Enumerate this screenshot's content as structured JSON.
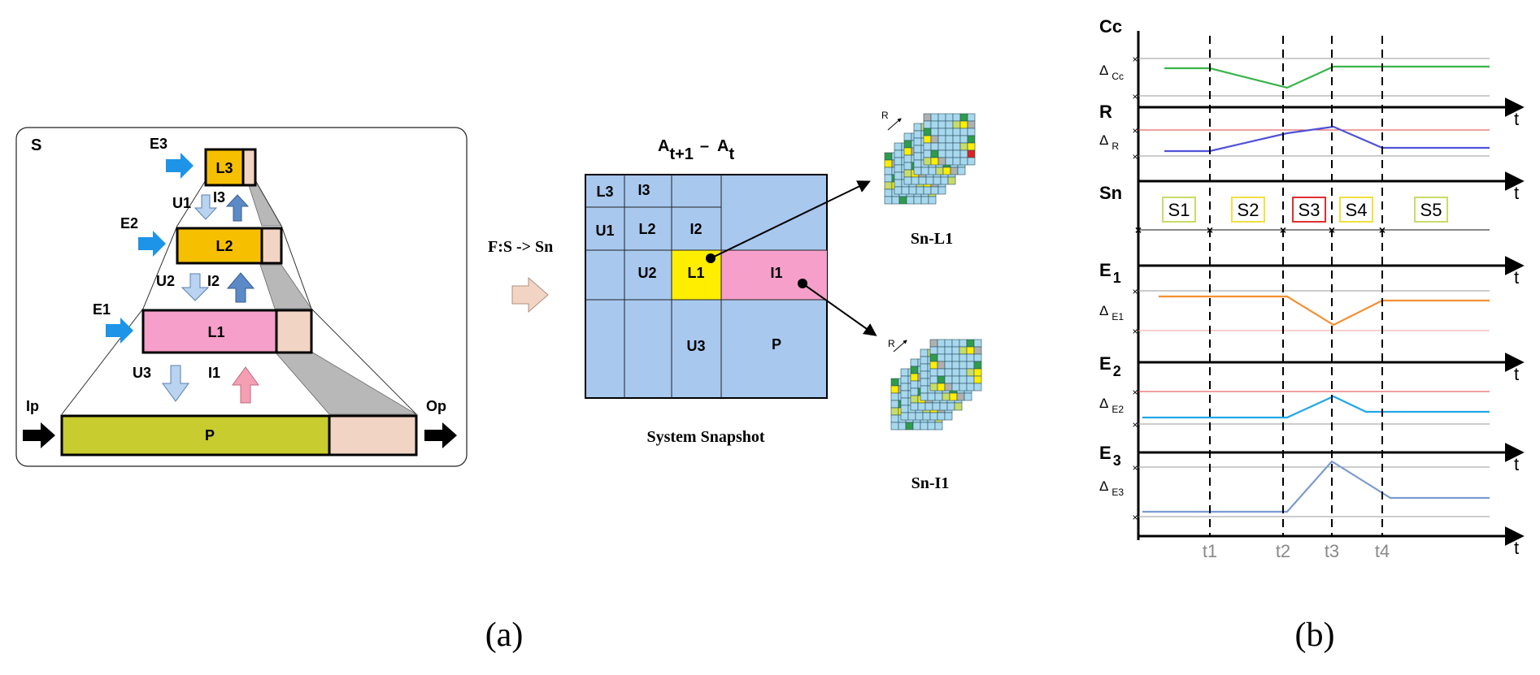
{
  "panel_a": {
    "frame_label": "S",
    "layers": [
      {
        "name": "L3",
        "color": "#f6c000"
      },
      {
        "name": "L2",
        "color": "#f6c000"
      },
      {
        "name": "L1",
        "color": "#f59fca"
      },
      {
        "name": "P",
        "color": "#c8cc2e"
      }
    ],
    "inputs": [
      "E3",
      "E2",
      "E1"
    ],
    "flows": [
      "U1",
      "I3",
      "U2",
      "I2",
      "U3",
      "I1"
    ],
    "ip_label": "Ip",
    "op_label": "Op"
  },
  "mapping_label": "F:S -> Sn",
  "snapshot": {
    "formula_a1": "A",
    "formula_a1_sub": "t+1",
    "formula_minus": "–",
    "formula_a2": "A",
    "formula_a2_sub": "t",
    "cells": [
      "L3",
      "I3",
      "U1",
      "L2",
      "I2",
      "U2",
      "L1",
      "I1",
      "U3",
      "P"
    ],
    "caption": "System Snapshot"
  },
  "stacks": [
    {
      "caption": "Sn-L1",
      "arrow_label": "R"
    },
    {
      "caption": "Sn-I1",
      "arrow_label": "R"
    }
  ],
  "panel_b": {
    "channels": [
      {
        "name": "Cc",
        "sub": "",
        "delta": "Δ",
        "delta_sub": "Cc",
        "color": "#38b44a"
      },
      {
        "name": "R",
        "sub": "",
        "delta": "Δ",
        "delta_sub": "R",
        "color": "#5052d8"
      },
      {
        "name": "Sn",
        "sub": "",
        "delta": "",
        "delta_sub": "",
        "color": "#888888"
      },
      {
        "name": "E",
        "sub": "1",
        "delta": "Δ",
        "delta_sub": "E1",
        "color": "#f39033"
      },
      {
        "name": "E",
        "sub": "2",
        "delta": "Δ",
        "delta_sub": "E2",
        "color": "#22a6e6"
      },
      {
        "name": "E",
        "sub": "3",
        "delta": "Δ",
        "delta_sub": "E3",
        "color": "#7b9bd0"
      }
    ],
    "axis_label": "t",
    "states": [
      {
        "label": "S1",
        "border": "#c8dc6a"
      },
      {
        "label": "S2",
        "border": "#f0e040"
      },
      {
        "label": "S3",
        "border": "#e03030"
      },
      {
        "label": "S4",
        "border": "#f0e040"
      },
      {
        "label": "S5",
        "border": "#c8dc6a"
      }
    ],
    "time_marks": [
      "t1",
      "t2",
      "t3",
      "t4"
    ]
  },
  "subfigure_labels": [
    "(a)",
    "(b)"
  ]
}
